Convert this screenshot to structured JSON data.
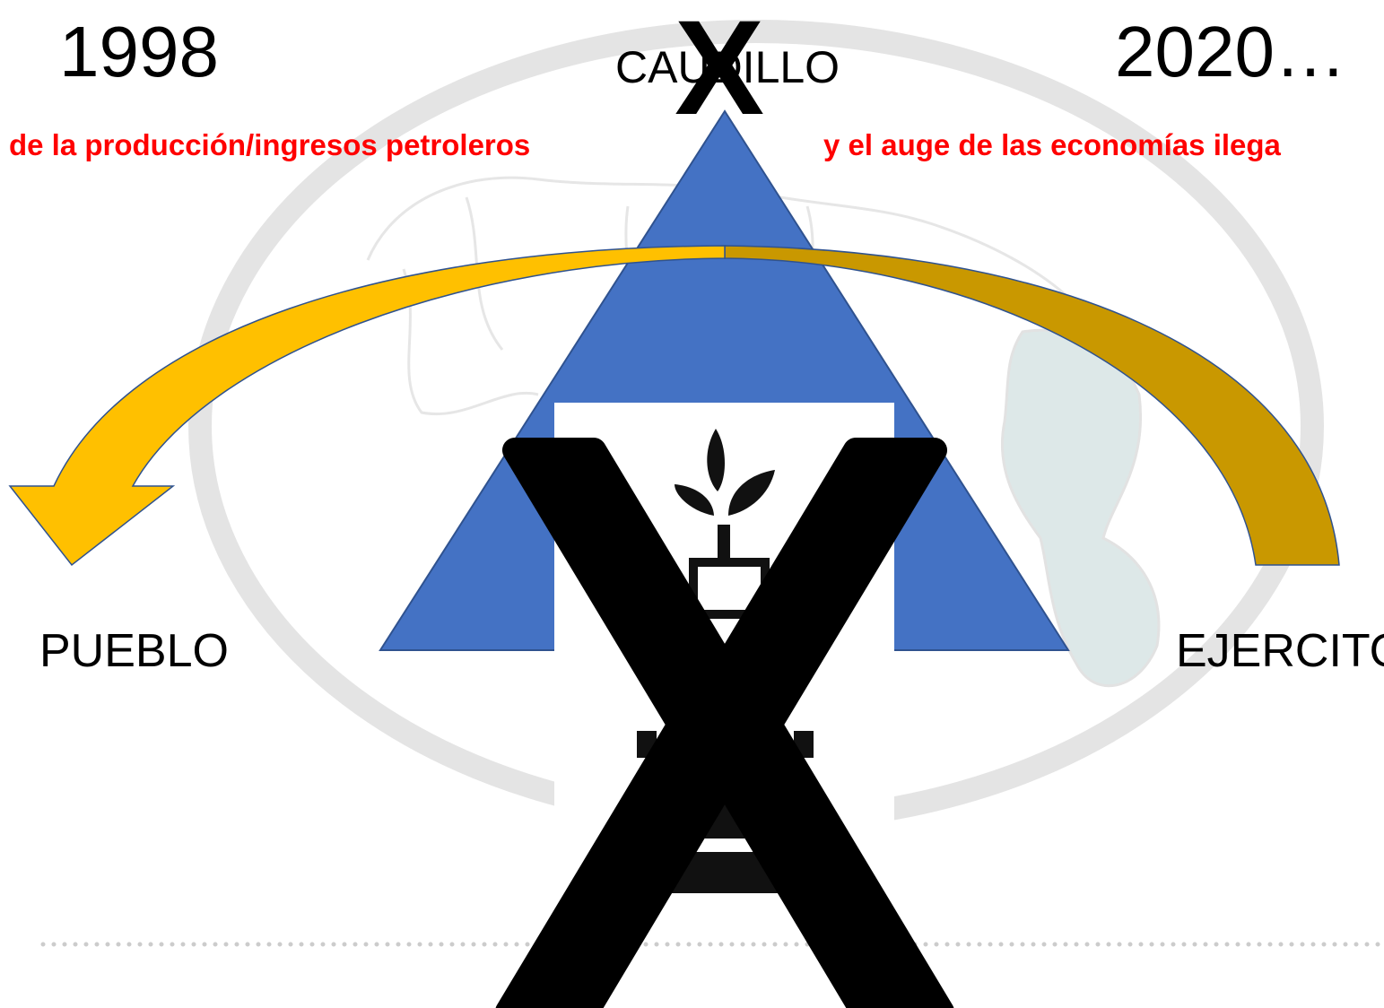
{
  "labels": {
    "year_left": "1998",
    "year_right": "2020…",
    "apex": "CAUDILLO",
    "left_vertex": "PUEBLO",
    "right_vertex": "EJERCITO",
    "subtitle_left": "de la producción/ingresos petroleros",
    "subtitle_right": "y el auge de las economías ilega"
  },
  "crossed_marks": {
    "small_x_over_apex": "X",
    "large_x_over_center": "X"
  },
  "icons": {
    "center": "oil-well-icon",
    "background_map": "venezuela-map-outline",
    "arrow": "curved-arrow-right-to-left"
  },
  "colors": {
    "triangle": "#4472c4",
    "arrow_light": "#ffc000",
    "arrow_dark": "#c99800",
    "red_text": "#ff0000",
    "ellipse": "#e4e4e4",
    "x_mark": "#000000"
  }
}
